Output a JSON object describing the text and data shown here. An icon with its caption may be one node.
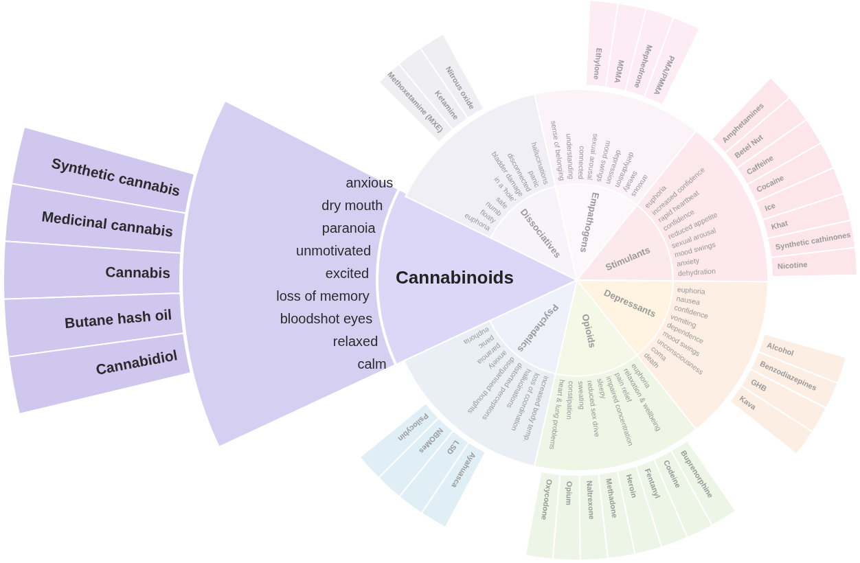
{
  "diagram": {
    "nodes": [
      {
        "text": [
          "Cannabinoids"
        ]
      },
      {
        "text": [
          "anxious",
          "dry mouth",
          "paranoia",
          "unmotivated",
          "excited",
          "loss of memory",
          "bloodshot eyes",
          "relaxed",
          "calm"
        ]
      },
      {
        "text": [
          "Synthetic cannabis"
        ]
      },
      {
        "text": [
          "Medicinal cannabis"
        ]
      },
      {
        "text": [
          "Cannabis"
        ]
      },
      {
        "text": [
          "Butane hash oil"
        ]
      },
      {
        "text": [
          "Cannabidiol"
        ]
      },
      {
        "text": [
          "Dissociatives"
        ]
      },
      {
        "text": [
          "euphoria",
          "floaty",
          "numb",
          "safe",
          "in a 'hole'",
          "bladder damage",
          "disconnected",
          "panic",
          "hallucinations"
        ]
      },
      {
        "text": [
          "Methoxetamine (MXE)"
        ]
      },
      {
        "text": [
          "Ketamine"
        ]
      },
      {
        "text": [
          "Nitrous oxide"
        ]
      },
      {
        "text": [
          "Empathogens"
        ]
      },
      {
        "text": [
          "sense of belonging",
          "understanding",
          "connected",
          "sexual arousal",
          "mood swings",
          "depression",
          "dehydration",
          "sweaty",
          "anxious"
        ]
      },
      {
        "text": [
          "Ethylone"
        ]
      },
      {
        "text": [
          "MDMA"
        ]
      },
      {
        "text": [
          "Mephedrone"
        ]
      },
      {
        "text": [
          "PMA/PMMA"
        ]
      },
      {
        "text": [
          "Stimulants"
        ]
      },
      {
        "text": [
          "euphoria",
          "increased confidence",
          "rapid heartbeat",
          "confidence",
          "reduced appetite",
          "sexual arousal",
          "mood swings",
          "anxiety",
          "dehydration"
        ]
      },
      {
        "text": [
          "Amphetamines"
        ]
      },
      {
        "text": [
          "Betel Nut"
        ]
      },
      {
        "text": [
          "Caffeine"
        ]
      },
      {
        "text": [
          "Cocaine"
        ]
      },
      {
        "text": [
          "Ice"
        ]
      },
      {
        "text": [
          "Khat"
        ]
      },
      {
        "text": [
          "Synthetic cathinones"
        ]
      },
      {
        "text": [
          "Nicotine"
        ]
      },
      {
        "text": [
          "Depressants"
        ]
      },
      {
        "text": [
          "euphoria",
          "nausea",
          "confidence",
          "vomiting",
          "dependence",
          "mood swings",
          "unconsciousness",
          "coma",
          "death"
        ]
      },
      {
        "text": [
          "Alcohol"
        ]
      },
      {
        "text": [
          "Benzodiazepines"
        ]
      },
      {
        "text": [
          "GHB"
        ]
      },
      {
        "text": [
          "Kava"
        ]
      },
      {
        "text": [
          "Opioids"
        ]
      },
      {
        "text": [
          "euphoria",
          "relaxation & wellbeing",
          "pain relief",
          "impaired concentration",
          "sleepy",
          "reduced sex drive",
          "sweating",
          "constipation",
          "heart & lung problems"
        ]
      },
      {
        "text": [
          "Buprenorphine"
        ]
      },
      {
        "text": [
          "Codeine"
        ]
      },
      {
        "text": [
          "Fentanyl"
        ]
      },
      {
        "text": [
          "Heroin"
        ]
      },
      {
        "text": [
          "Methadone"
        ]
      },
      {
        "text": [
          "Naltrexone"
        ]
      },
      {
        "text": [
          "Opium"
        ]
      },
      {
        "text": [
          "Oxycodone"
        ]
      },
      {
        "text": [
          "Psychedelics"
        ]
      },
      {
        "text": [
          "euphoria",
          "panic",
          "paranoia",
          "anxiety",
          "disorganised thoughts",
          "distorted perceptions",
          "hallucinations",
          "loss of coordination",
          "increased body temp."
        ]
      },
      {
        "text": [
          "Ayahuasca"
        ]
      },
      {
        "text": [
          "LSD"
        ]
      },
      {
        "text": [
          "NBOMes"
        ]
      },
      {
        "text": [
          "Psilocybin"
        ]
      }
    ]
  }
}
